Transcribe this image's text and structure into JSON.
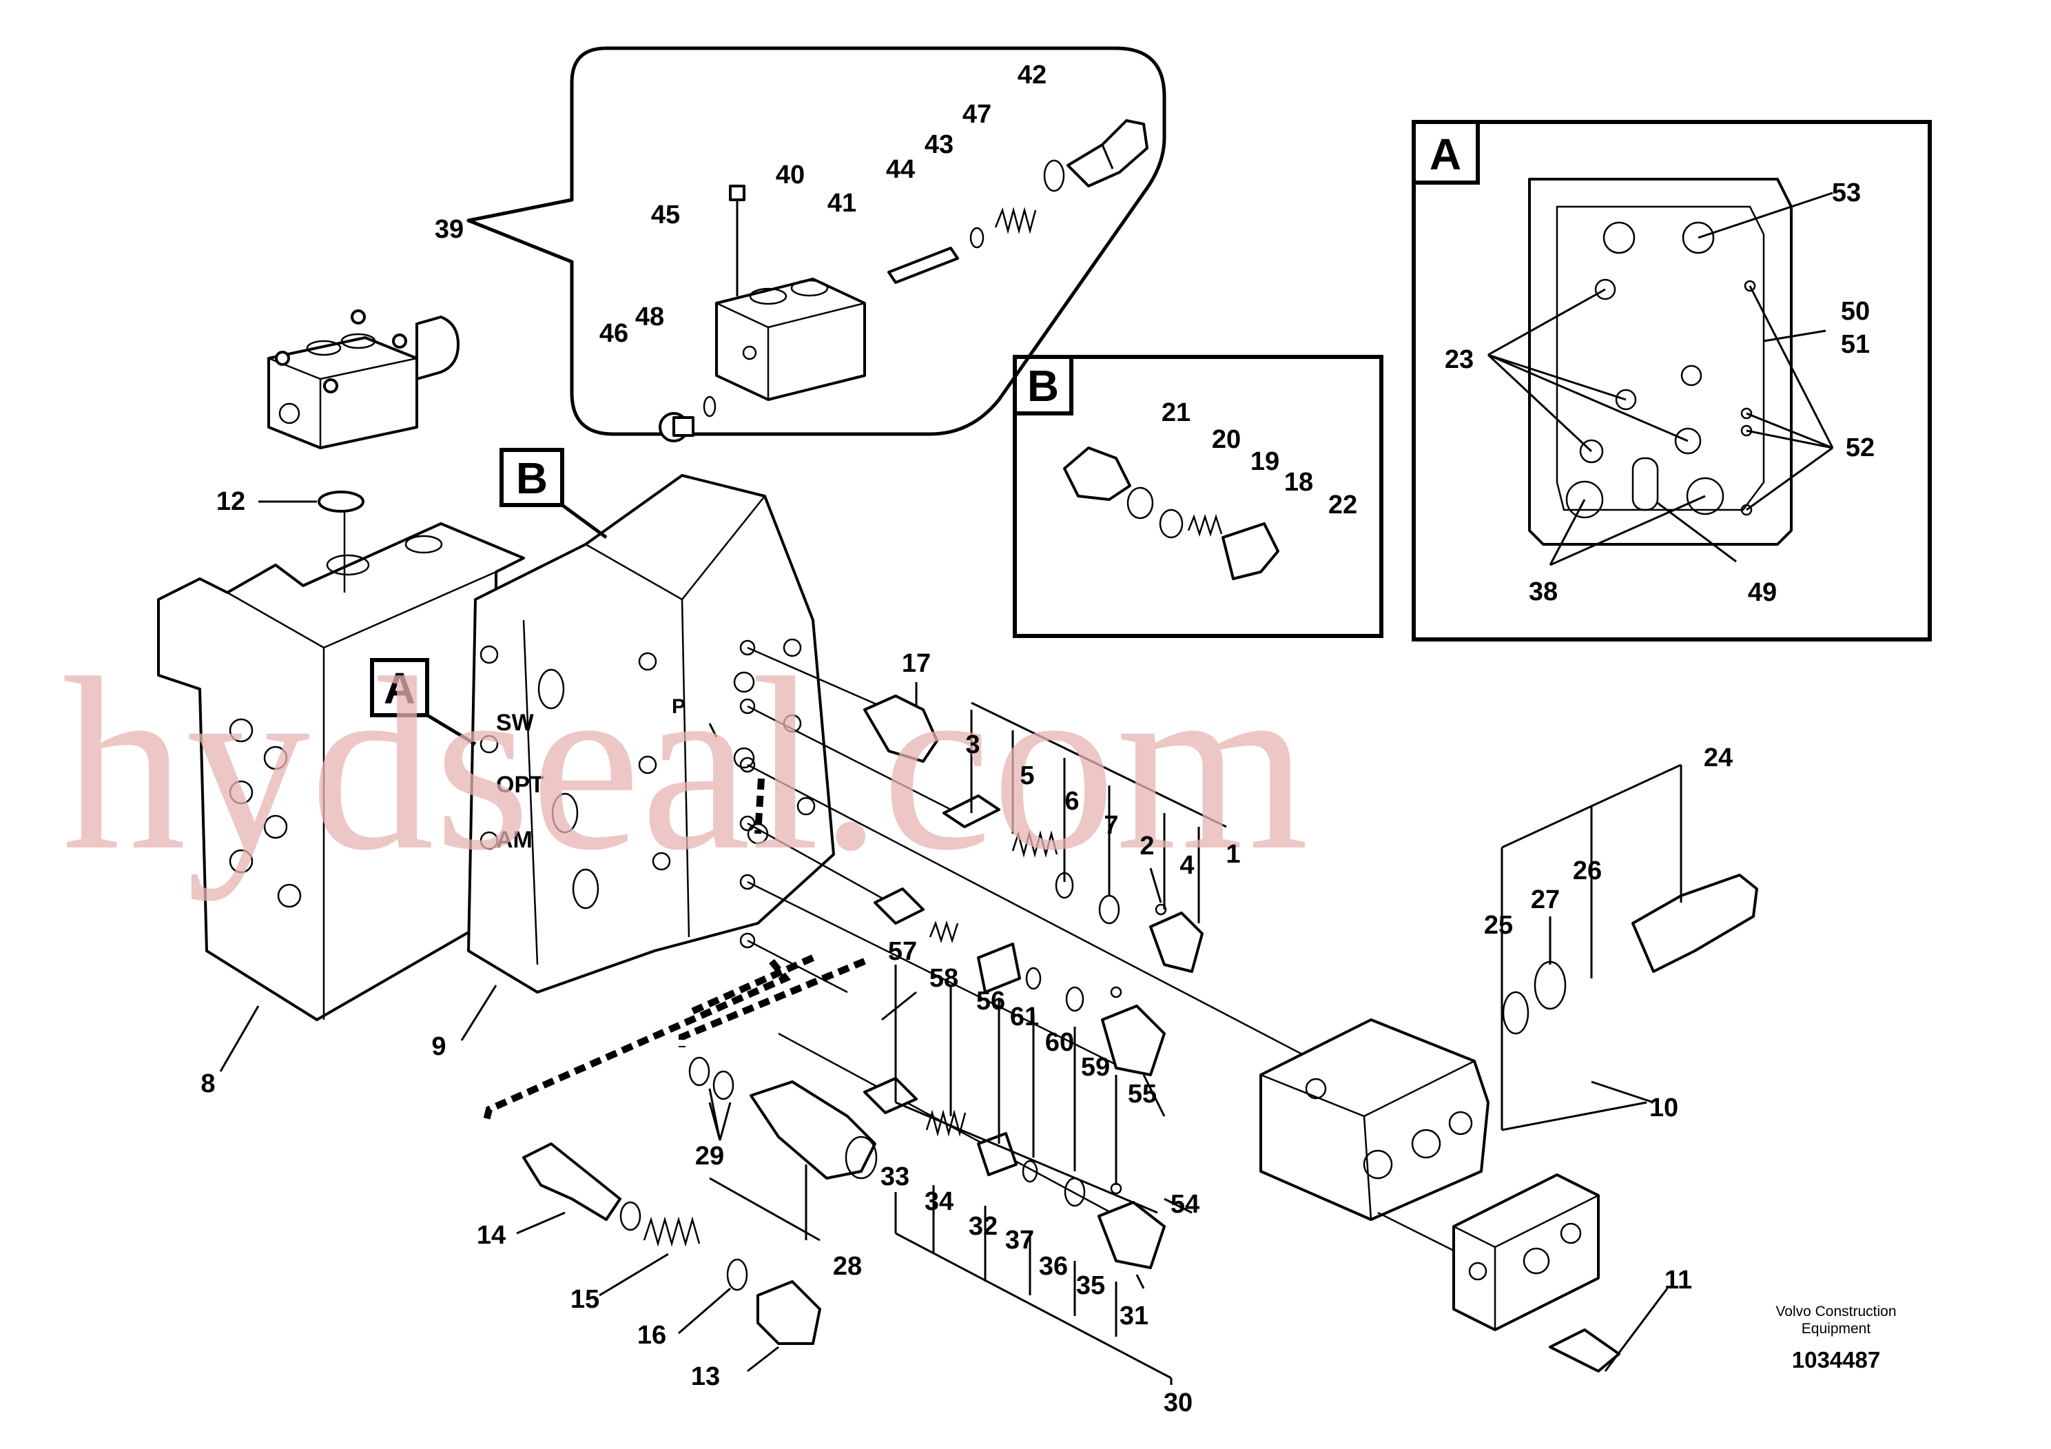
{
  "diagram": {
    "watermark": "hydseal.com",
    "maker_line1": "Volvo Construction",
    "maker_line2": "Equipment",
    "drawing_number": "1034487",
    "section_a": "A",
    "section_b": "B",
    "labels": {
      "l1": "1",
      "l2": "2",
      "l3": "3",
      "l4": "4",
      "l5": "5",
      "l6": "6",
      "l7": "7",
      "l8": "8",
      "l9": "9",
      "l10": "10",
      "l11": "11",
      "l12": "12",
      "l13": "13",
      "l14": "14",
      "l15": "15",
      "l16": "16",
      "l17": "17",
      "l18": "18",
      "l19": "19",
      "l20": "20",
      "l21": "21",
      "l22": "22",
      "l23": "23",
      "l24": "24",
      "l25": "25",
      "l26": "26",
      "l27": "27",
      "l28": "28",
      "l29": "29",
      "l30": "30",
      "l31": "31",
      "l32": "32",
      "l33": "33",
      "l34": "34",
      "l35": "35",
      "l36": "36",
      "l37": "37",
      "l38": "38",
      "l39": "39",
      "l40": "40",
      "l41": "41",
      "l42": "42",
      "l43": "43",
      "l44": "44",
      "l45": "45",
      "l46": "46",
      "l47": "47",
      "l48": "48",
      "l49": "49",
      "l50": "50",
      "l51": "51",
      "l52": "52",
      "l53": "53",
      "l54": "54",
      "l55": "55",
      "l56": "56",
      "l57": "57",
      "l58": "58",
      "l59": "59",
      "l60": "60",
      "l61": "61"
    },
    "valve_marks": {
      "sw": "SW",
      "opt": "OPT",
      "am": "AM",
      "p": "P"
    }
  }
}
